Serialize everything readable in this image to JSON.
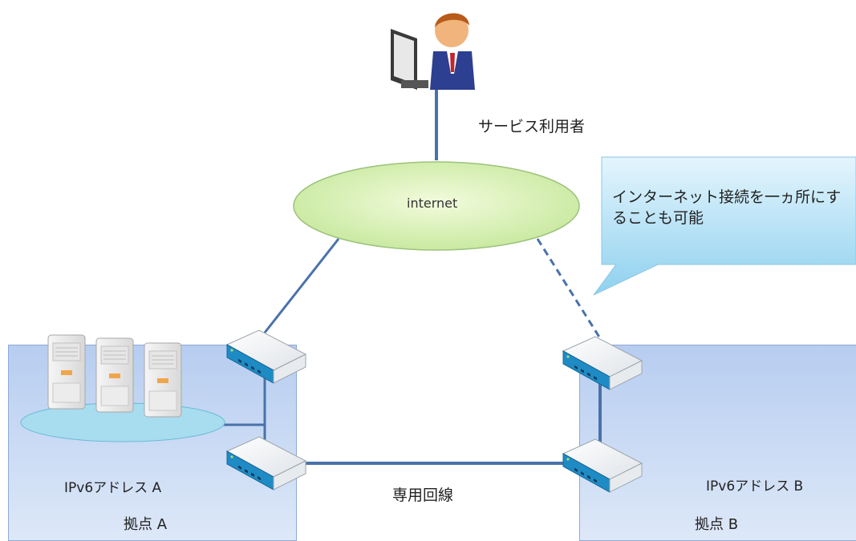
{
  "user": {
    "label": "サービス利用者"
  },
  "internet": {
    "label": "internet"
  },
  "callout": {
    "text": "インターネット接続を一ヵ所にすることも可能"
  },
  "site_a": {
    "address": "IPv6アドレス A",
    "name": "拠点 A"
  },
  "site_b": {
    "address": "IPv6アドレス B",
    "name": "拠点 B"
  },
  "leased_line": {
    "label": "専用回線"
  },
  "colors": {
    "line": "#4a72aa",
    "cloud": "#cfeea8",
    "callout": "#a9dcf2",
    "site": "#c9d9f4",
    "router": "#1f8bc4"
  }
}
